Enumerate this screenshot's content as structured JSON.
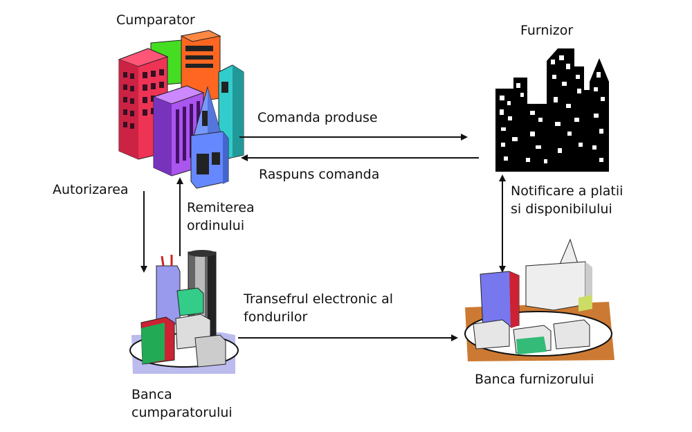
{
  "nodes": {
    "buyer": {
      "label": "Cumparator"
    },
    "supplier": {
      "label": "Furnizor"
    },
    "buyer_bank": {
      "label_line1": "Banca",
      "label_line2": "cumparatorului"
    },
    "supplier_bank": {
      "label": "Banca furnizorului"
    }
  },
  "edges": {
    "order": {
      "label": "Comanda produse"
    },
    "order_reply": {
      "label": "Raspuns comanda"
    },
    "authorization": {
      "label": "Autorizarea"
    },
    "remittance": {
      "label_line1": "Remiterea",
      "label_line2": "ordinului"
    },
    "notification": {
      "label_line1": "Notificare a platii",
      "label_line2": "si disponibilului"
    },
    "transfer": {
      "label_line1": "Transefrul electronic al",
      "label_line2": "fondurilor"
    }
  },
  "colors": {
    "arrow": "#111111",
    "supplier_city": "#000000",
    "bank_ground": "#cc7a33"
  }
}
